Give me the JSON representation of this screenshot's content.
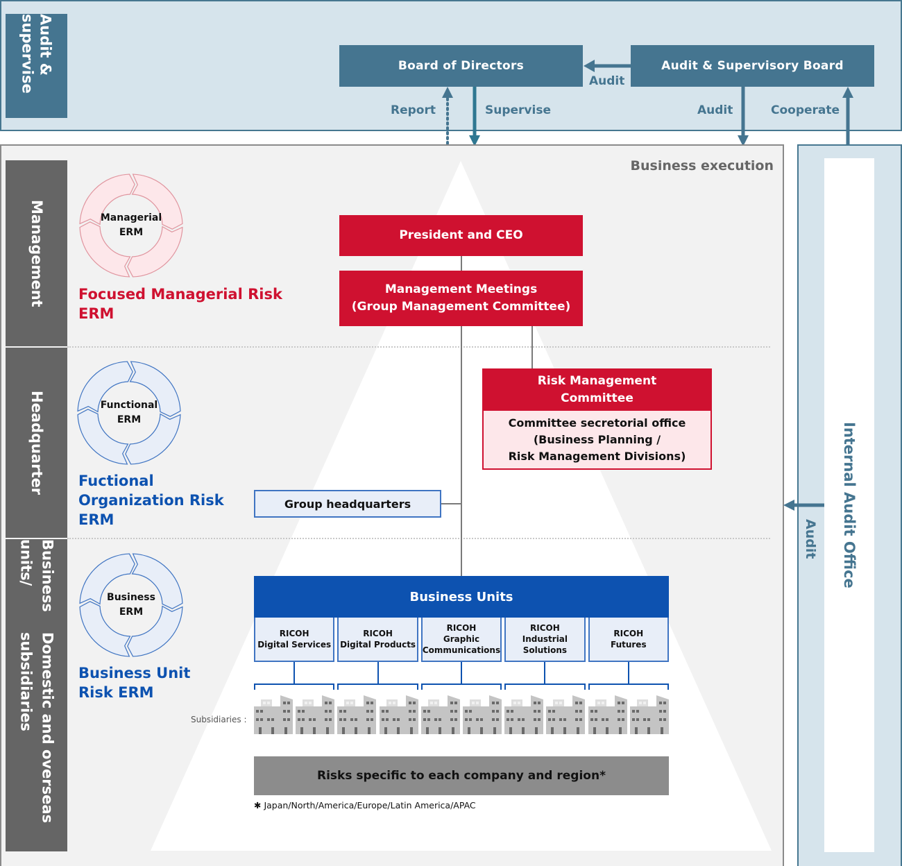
{
  "top": {
    "side_label": "Audit & supervise",
    "board_of_directors": "Board of Directors",
    "audit_supervisory_board": "Audit & Supervisory Board",
    "arrow_audit_between_boards": "Audit",
    "arrow_report": "Report",
    "arrow_supervise": "Supervise",
    "arrow_audit_down": "Audit",
    "arrow_cooperate": "Cooperate"
  },
  "execution": {
    "title": "Business execution",
    "tiers": [
      {
        "side_label": "Management",
        "erm_cycle": "Managerial ERM",
        "erm_cycle_lines": [
          "Managerial",
          "ERM"
        ],
        "erm_title_lines": [
          "Focused Managerial Risk",
          "ERM"
        ]
      },
      {
        "side_label": "Headquarter",
        "erm_cycle": "Functional ERM",
        "erm_cycle_lines": [
          "Functional",
          "ERM"
        ],
        "erm_title_lines": [
          "Fuctional",
          "Organization Risk",
          "ERM"
        ]
      },
      {
        "side_label": "Business units/ Domestic and overseas subsidiaries",
        "side_label_lines": [
          "Business units/",
          "Domestic and overseas subsidiaries"
        ],
        "erm_cycle": "Business ERM",
        "erm_cycle_lines": [
          "Business",
          "ERM"
        ],
        "erm_title_lines": [
          "Business Unit",
          "Risk ERM"
        ]
      }
    ],
    "org": {
      "president": "President and CEO",
      "meetings_line1": "Management Meetings",
      "meetings_line2": "(Group Management Committee)",
      "risk_committee_line1": "Risk Management",
      "risk_committee_line2": "Committee",
      "secretariat_lines": [
        "Committee secretorial office",
        "(Business Planning /",
        "Risk Management Divisions)"
      ],
      "group_hq": "Group headquarters",
      "business_units_title": "Business Units",
      "business_units": [
        {
          "lines": [
            "RICOH",
            "Digital Services"
          ]
        },
        {
          "lines": [
            "RICOH",
            "Digital Products"
          ]
        },
        {
          "lines": [
            "RICOH",
            "Graphic",
            "Communications"
          ]
        },
        {
          "lines": [
            "RICOH",
            "Industrial",
            "Solutions"
          ]
        },
        {
          "lines": [
            "RICOH",
            "Futures"
          ]
        }
      ],
      "subsidiaries_label": "Subsidiaries :",
      "risks_box": "Risks specific to each company and region*",
      "footnote": "✱ Japan/North/America/Europe/Latin America/APAC"
    }
  },
  "internal_audit": {
    "office": "Internal Audit Office",
    "arrow_audit": "Audit"
  },
  "colors": {
    "teal": "#457590",
    "teal_light": "#d6e4ec",
    "red": "#cf1130",
    "pink": "#fde7ea",
    "blue": "#0d52b0",
    "blue_light": "#e8eef8",
    "gray_side": "#656565",
    "gray_risk": "#8c8c8c"
  }
}
